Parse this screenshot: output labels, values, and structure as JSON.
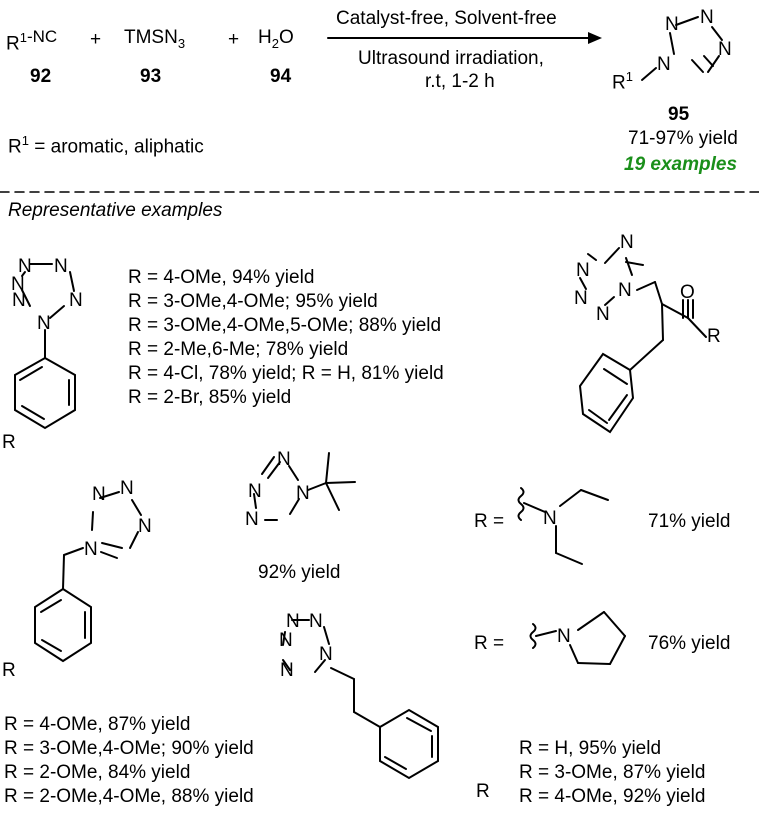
{
  "reaction": {
    "reagent1": {
      "prefix": "R",
      "sup": "1",
      "suffix": "-NC",
      "num": "92"
    },
    "plus1": "+",
    "reagent2": {
      "text": "TMSN",
      "sub": "3",
      "num": "93"
    },
    "plus2": "+",
    "reagent3": {
      "text": "H",
      "sub": "2",
      "suffix": "O",
      "num": "94"
    },
    "cond_top": "Catalyst-free, Solvent-free",
    "cond_bottom1": "Ultrasound irradiation,",
    "cond_bottom2": "r.t, 1-2 h",
    "product": {
      "num": "95",
      "yield": "71-97% yield",
      "examples": "19 examples",
      "r_label": "R",
      "r_sup": "1"
    },
    "r1_def": {
      "prefix": "R",
      "sup": "1",
      "text": " = aromatic, aliphatic"
    }
  },
  "section_title": "Representative examples",
  "atoms": {
    "N": "N",
    "O": "O",
    "R": "R",
    "R_eq": "R ="
  },
  "group_aryl": [
    "R = 4-OMe, 94% yield",
    "R = 3-OMe,4-OMe; 95% yield",
    "R = 3-OMe,4-OMe,5-OMe; 88% yield",
    "R = 2-Me,6-Me; 78% yield",
    "R = 4-Cl, 78% yield; R = H, 81% yield",
    "R = 2-Br, 85% yield"
  ],
  "tbutyl_yield": "92% yield",
  "diethylamino_yield": "71% yield",
  "pyrrolidino_yield": "76% yield",
  "group_benzyl": [
    "R = 4-OMe, 87% yield",
    "R = 3-OMe,4-OMe; 90% yield",
    "R = 2-OMe, 84% yield",
    "R = 2-OMe,4-OMe, 88% yield"
  ],
  "group_phenethyl": [
    "R = H, 95% yield",
    "R = 3-OMe, 87% yield",
    "R = 4-OMe, 92% yield"
  ]
}
